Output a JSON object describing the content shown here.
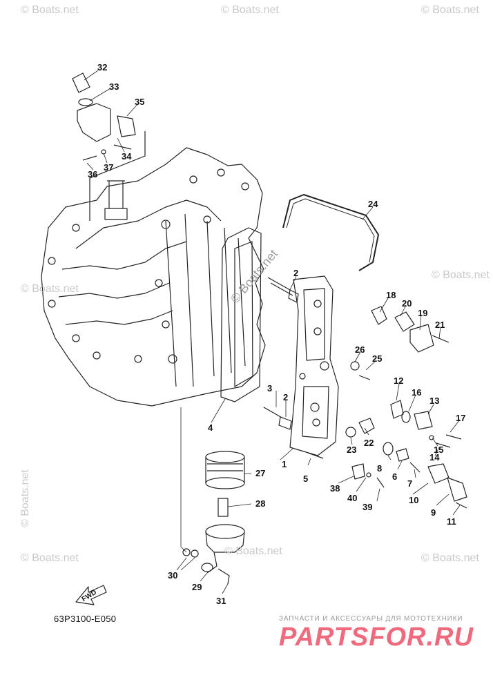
{
  "diagram": {
    "code": "63P3100-E050",
    "watermark": "© Boats.net",
    "fwd_label": "FWD",
    "brand_tagline": "ЗАПЧАСТИ И АКСЕССУАРЫ ДЛЯ МОТОТЕХНИКИ",
    "brand_logo": "PARTSFOR.RU"
  },
  "callouts": [
    "1",
    "2",
    "2",
    "3",
    "4",
    "5",
    "6",
    "7",
    "8",
    "9",
    "10",
    "11",
    "12",
    "13",
    "14",
    "15",
    "16",
    "17",
    "18",
    "19",
    "20",
    "21",
    "22",
    "23",
    "24",
    "25",
    "26",
    "27",
    "28",
    "29",
    "30",
    "31",
    "32",
    "33",
    "34",
    "35",
    "36",
    "37",
    "38",
    "39",
    "40"
  ],
  "colors": {
    "line": "#222222",
    "brand": "#f06a7d",
    "watermark": "#c9c9c9"
  }
}
